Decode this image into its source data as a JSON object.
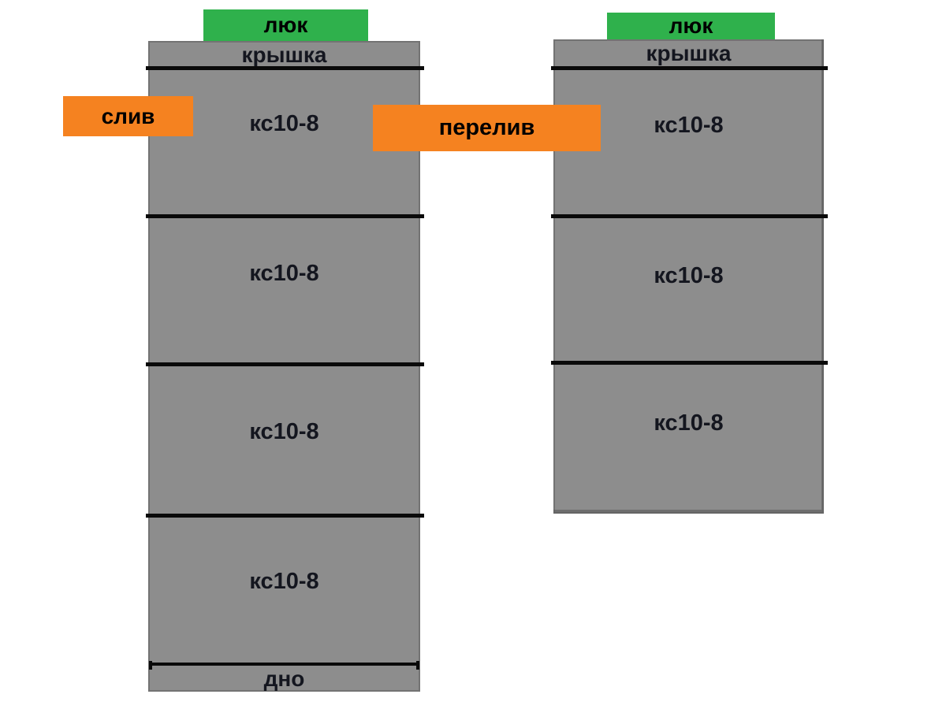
{
  "colors": {
    "hatch_green": "#2fb14c",
    "label_orange": "#f58220",
    "ring_gray": "#8d8d8d",
    "line_black": "#0a0a0a",
    "ring_text": "#14161f",
    "label_text": "#000000",
    "bg": "#ffffff"
  },
  "left_tank": {
    "hatch_label": "люк",
    "cover_label": "крышка",
    "rings": [
      "кс10-8",
      "кс10-8",
      "кс10-8",
      "кс10-8"
    ],
    "bottom_label": "дно"
  },
  "right_tank": {
    "hatch_label": "люк",
    "cover_label": "крышка",
    "rings": [
      "кс10-8",
      "кс10-8",
      "кс10-8"
    ]
  },
  "callouts": {
    "drain_label": "слив",
    "overflow_label": "перелив"
  }
}
